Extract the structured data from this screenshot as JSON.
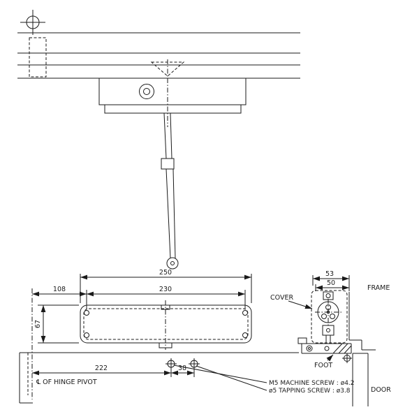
{
  "drawing": {
    "plan": {
      "dim_overall": "250",
      "dim_screw_span": "230",
      "dim_left_offset": "108",
      "dim_height": "67",
      "dim_pivot_to_screw": "222",
      "dim_screw_gap": "38",
      "hinge_pivot_label": "℄ OF HINGE PIVOT"
    },
    "section": {
      "dim_cover_depth": "53",
      "dim_body_depth": "50",
      "frame_label": "FRAME",
      "cover_label": "COVER",
      "foot_label": "FOOT",
      "door_label": "DOOR"
    },
    "notes": {
      "machine_screw": "M5 MACHINE SCREW : ø4.2",
      "tapping_screw": "ø5 TAPPING SCREW : ø3.8"
    },
    "colors": {
      "line": "#1a1a1a",
      "background": "#ffffff"
    }
  }
}
